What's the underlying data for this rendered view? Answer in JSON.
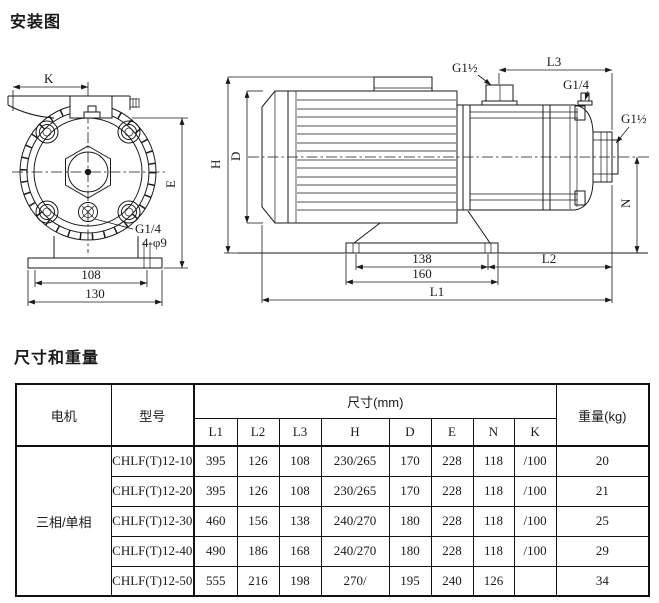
{
  "page": {
    "install_title": "安装图",
    "dims_title": "尺寸和重量"
  },
  "drawing": {
    "labels": {
      "k": "K",
      "e": "E",
      "h": "H",
      "d": "D",
      "n": "N",
      "l1": "L1",
      "l2": "L2",
      "l3": "L3",
      "g14_front": "G1/4",
      "g14_side": "G1/4",
      "g112_inlet": "G1½",
      "g112_outlet": "G1½",
      "foot_holes": "4-φ9",
      "dim_108": "108",
      "dim_130": "130",
      "dim_138": "138",
      "dim_160": "160"
    }
  },
  "table": {
    "headers": {
      "motor": "电机",
      "model": "型号",
      "dims_group": "尺寸(mm)",
      "dims": [
        "L1",
        "L2",
        "L3",
        "H",
        "D",
        "E",
        "N",
        "K"
      ],
      "weight": "重量(kg)"
    },
    "motor_value": "三相/单相",
    "rows": [
      {
        "model": "CHLF(T)12-10",
        "values": [
          "395",
          "126",
          "108",
          "230/265",
          "170",
          "228",
          "118",
          "/100"
        ],
        "weight": "20"
      },
      {
        "model": "CHLF(T)12-20",
        "values": [
          "395",
          "126",
          "108",
          "230/265",
          "170",
          "228",
          "118",
          "/100"
        ],
        "weight": "21"
      },
      {
        "model": "CHLF(T)12-30",
        "values": [
          "460",
          "156",
          "138",
          "240/270",
          "180",
          "228",
          "118",
          "/100"
        ],
        "weight": "25"
      },
      {
        "model": "CHLF(T)12-40",
        "values": [
          "490",
          "186",
          "168",
          "240/270",
          "180",
          "228",
          "118",
          "/100"
        ],
        "weight": "29"
      },
      {
        "model": "CHLF(T)12-50",
        "values": [
          "555",
          "216",
          "198",
          "270/",
          "195",
          "240",
          "126",
          ""
        ],
        "weight": "34"
      }
    ]
  }
}
